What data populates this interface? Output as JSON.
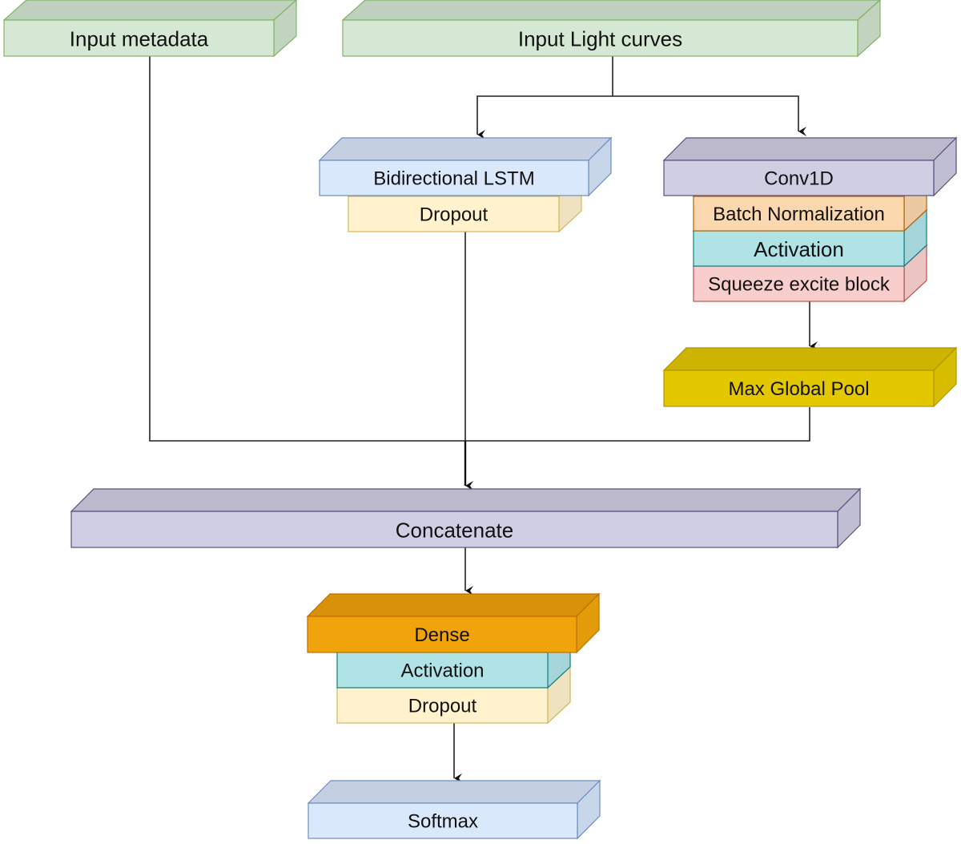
{
  "diagram": {
    "title": "Neural network architecture",
    "blocks": {
      "input_metadata": {
        "label": "Input metadata",
        "front": "#d5e8d4",
        "top": "#bfd0be",
        "side": "#c2d3c0",
        "stroke": "#82b366"
      },
      "input_light_curves": {
        "label": "Input Light curves",
        "front": "#d5e8d4",
        "top": "#bfd0be",
        "side": "#c2d3c0",
        "stroke": "#82b366"
      },
      "bidirectional_lstm": {
        "label": "Bidirectional LSTM",
        "front": "#dae8fc",
        "top": "#c4d0e2",
        "side": "#c8d6ea",
        "stroke": "#6c8ebf"
      },
      "lstm_dropout": {
        "label": "Dropout",
        "front": "#fff2cc",
        "top": "#e6dab8",
        "side": "#efe2c0",
        "stroke": "#d6b656"
      },
      "conv1d": {
        "label": "Conv1D",
        "front": "#d0cee2",
        "top": "#bbb9cb",
        "side": "#c0bed3",
        "stroke": "#56517e"
      },
      "batch_normalization": {
        "label": "Batch Normalization",
        "front": "#fad7ac",
        "top": "#e1c19b",
        "side": "#ecc9a0",
        "stroke": "#b46504"
      },
      "conv_activation": {
        "label": "Activation",
        "front": "#b0e3e6",
        "top": "#9ecccf",
        "side": "#a5d5d8",
        "stroke": "#0e8088"
      },
      "squeeze_excite": {
        "label": "Squeeze excite block",
        "front": "#f8cecc",
        "top": "#dfb9b8",
        "side": "#ecc4c2",
        "stroke": "#b85450"
      },
      "max_global_pool": {
        "label": "Max Global Pool",
        "front": "#e3c800",
        "top": "#ccb400",
        "side": "#d6bd00",
        "stroke": "#b09500"
      },
      "concatenate": {
        "label": "Concatenate",
        "front": "#d0cee2",
        "top": "#bbb9cb",
        "side": "#c0bed3",
        "stroke": "#56517e"
      },
      "dense": {
        "label": "Dense",
        "front": "#f0a30a",
        "top": "#d89209",
        "side": "#e39b0a",
        "stroke": "#bd7000"
      },
      "dense_activation": {
        "label": "Activation",
        "front": "#b0e3e6",
        "top": "#9ecccf",
        "side": "#a5d5d8",
        "stroke": "#0e8088"
      },
      "dense_dropout": {
        "label": "Dropout",
        "front": "#fff2cc",
        "top": "#e6dab8",
        "side": "#efe2c0",
        "stroke": "#d6b656"
      },
      "softmax": {
        "label": "Softmax",
        "front": "#dae8fc",
        "top": "#c4d0e2",
        "side": "#c8d6ea",
        "stroke": "#6c8ebf"
      }
    },
    "edges": [
      {
        "from": "Input Light curves",
        "to": "Bidirectional LSTM"
      },
      {
        "from": "Input Light curves",
        "to": "Conv1D"
      },
      {
        "from": "Squeeze excite block",
        "to": "Max Global Pool"
      },
      {
        "from": "Input metadata",
        "to": "Concatenate"
      },
      {
        "from": "Dropout",
        "to": "Concatenate"
      },
      {
        "from": "Max Global Pool",
        "to": "Concatenate"
      },
      {
        "from": "Concatenate",
        "to": "Dense"
      },
      {
        "from": "Dropout",
        "to": "Softmax"
      }
    ]
  }
}
